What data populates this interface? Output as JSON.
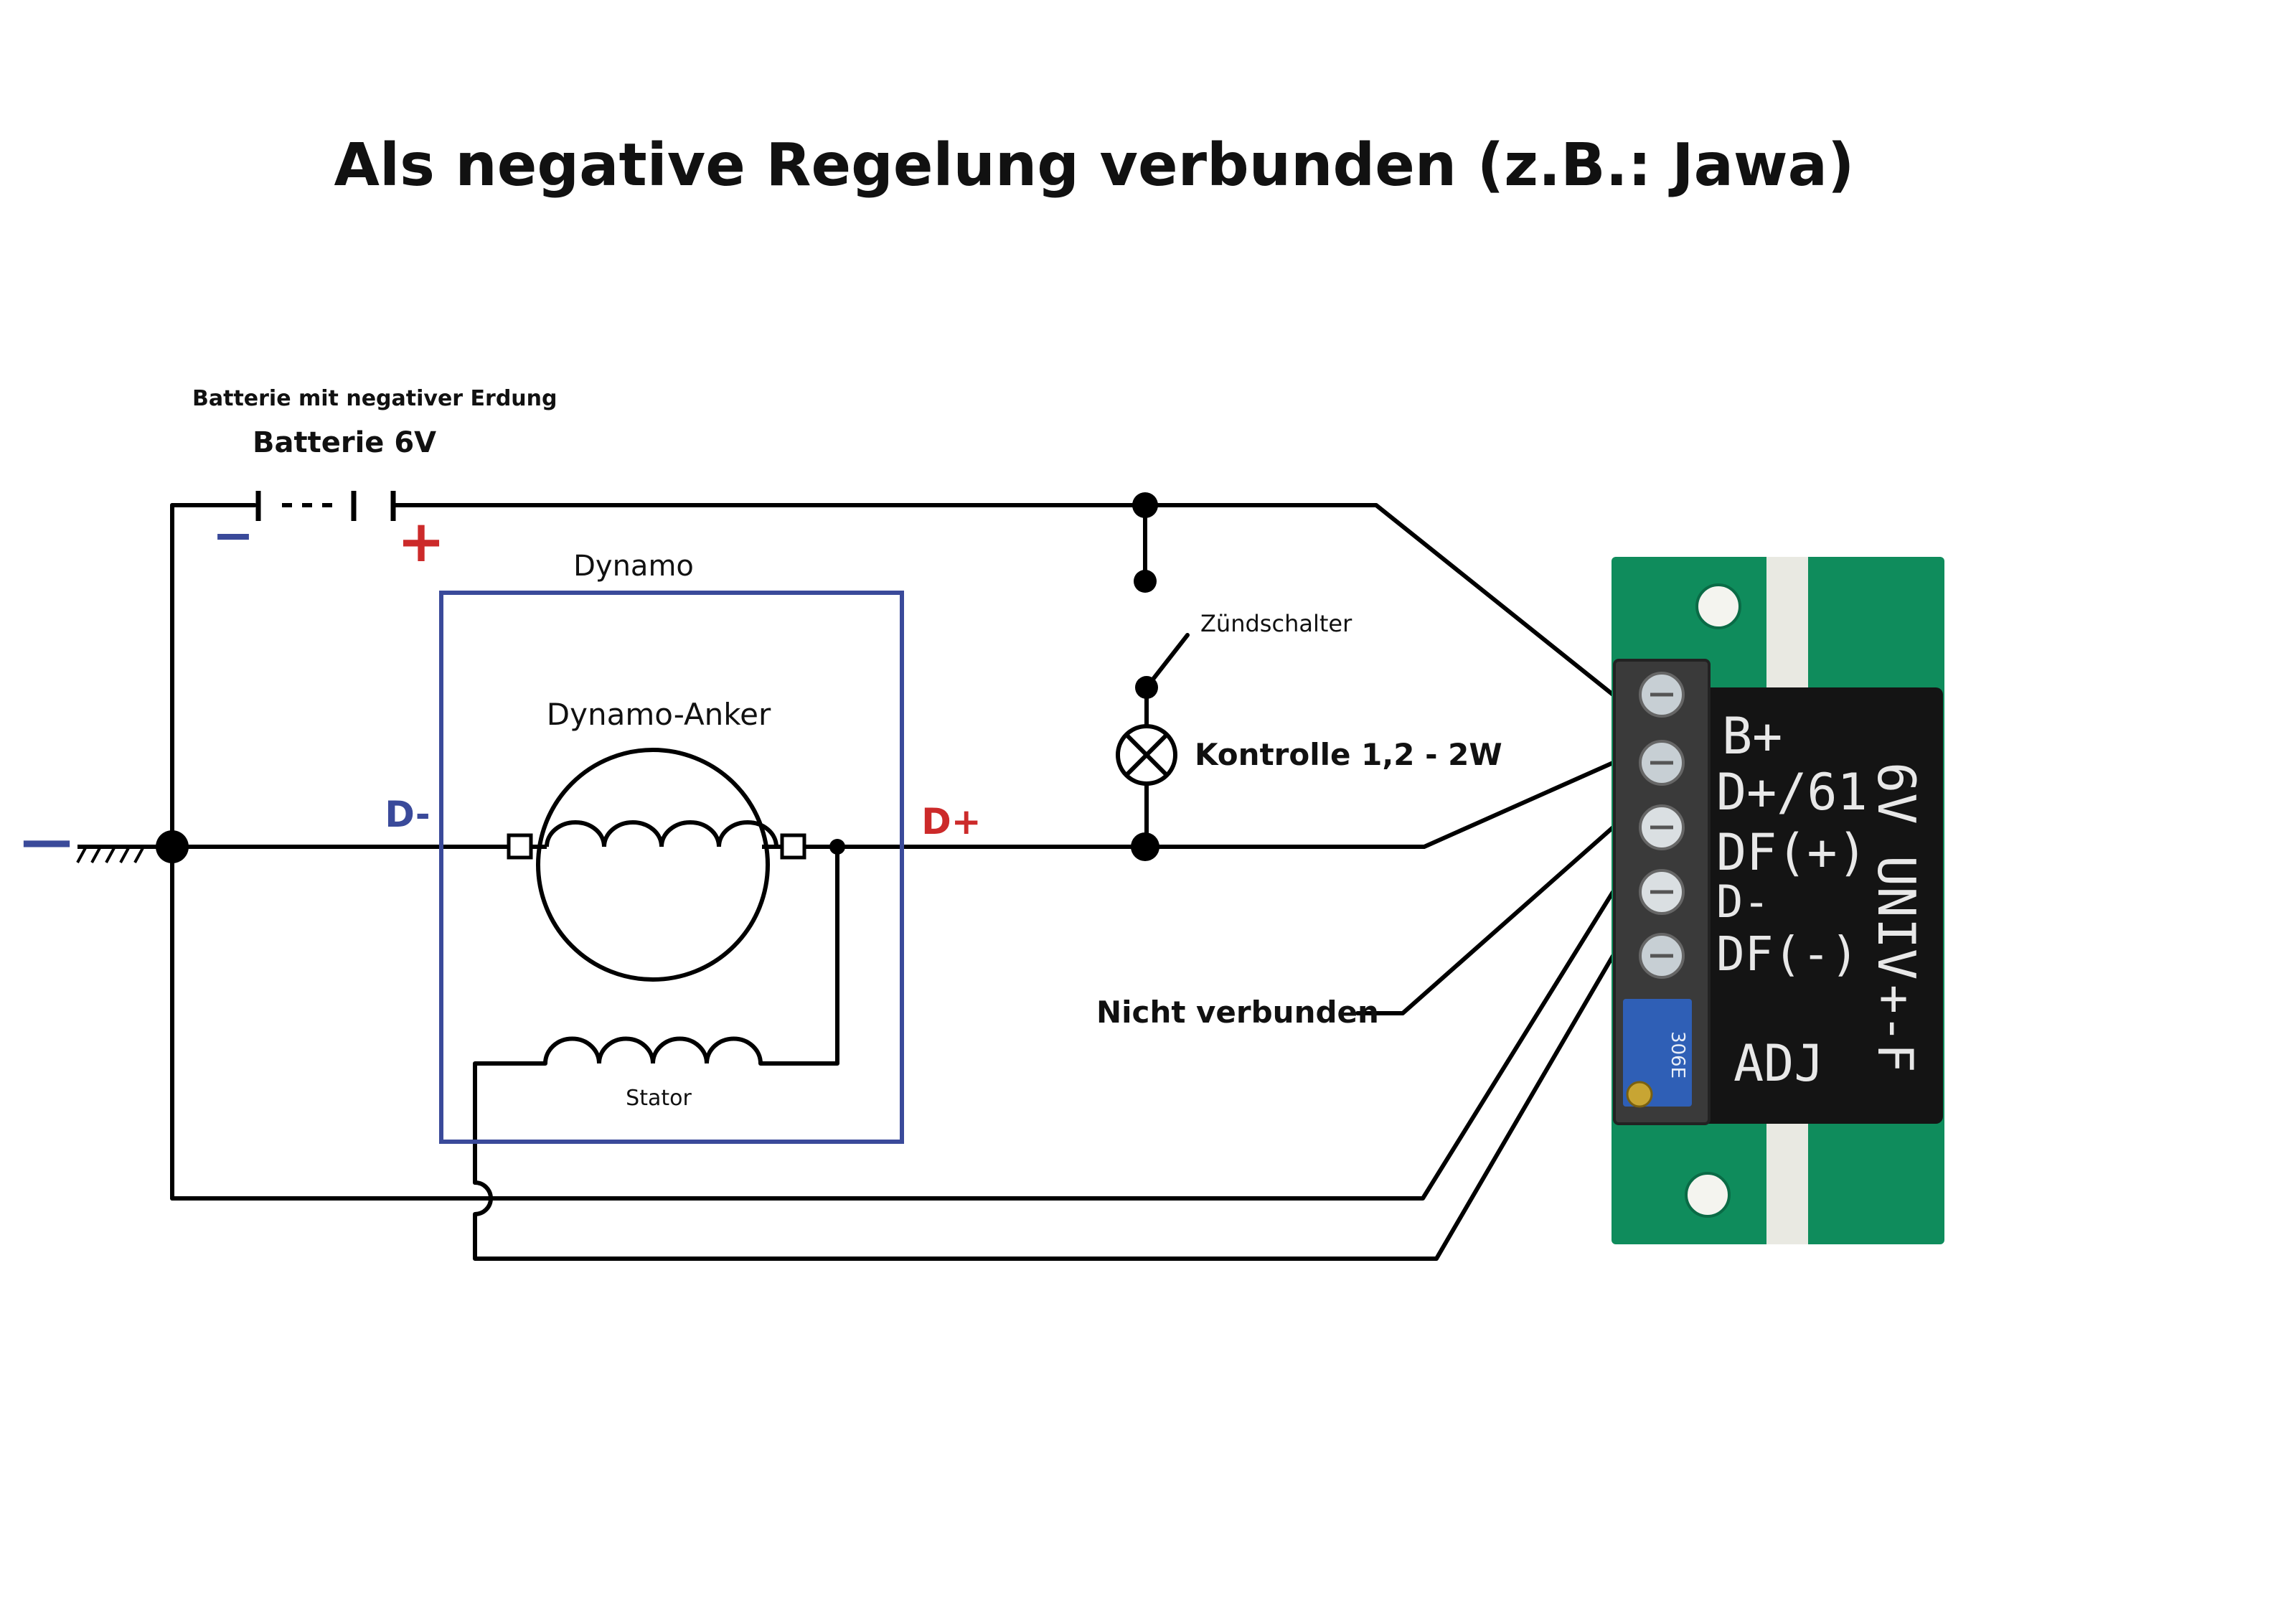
{
  "diagram": {
    "title": "Als negative Regelung verbunden (z.B.: Jawa)",
    "battery": {
      "subtitle": "Batterie mit negativer Erdung",
      "label": "Batterie 6V",
      "minus": "−",
      "plus": "+"
    },
    "dynamo": {
      "label": "Dynamo",
      "armature": "Dynamo-Anker",
      "stator": "Stator",
      "d_minus": "D-",
      "d_plus": "D+"
    },
    "ground_symbol": "—",
    "ignition_switch": "Zündschalter",
    "control_lamp": "Kontrolle 1,2 - 2W",
    "not_connected": "Nicht verbunden",
    "regulator": {
      "terminals": [
        "B+",
        "D+/61",
        "DF(+)",
        "D-",
        "DF(-)"
      ],
      "model": "6V UNIV",
      "polarity": "+-F",
      "adjust": "ADJ",
      "pot_marking": "306E"
    },
    "colors": {
      "wire": "#000000",
      "dynamo_box": "#3a4a9a",
      "negative": "#3a4a9a",
      "positive": "#cc2a2a",
      "pcb": "#0f8c5c",
      "module": "#141414"
    }
  }
}
